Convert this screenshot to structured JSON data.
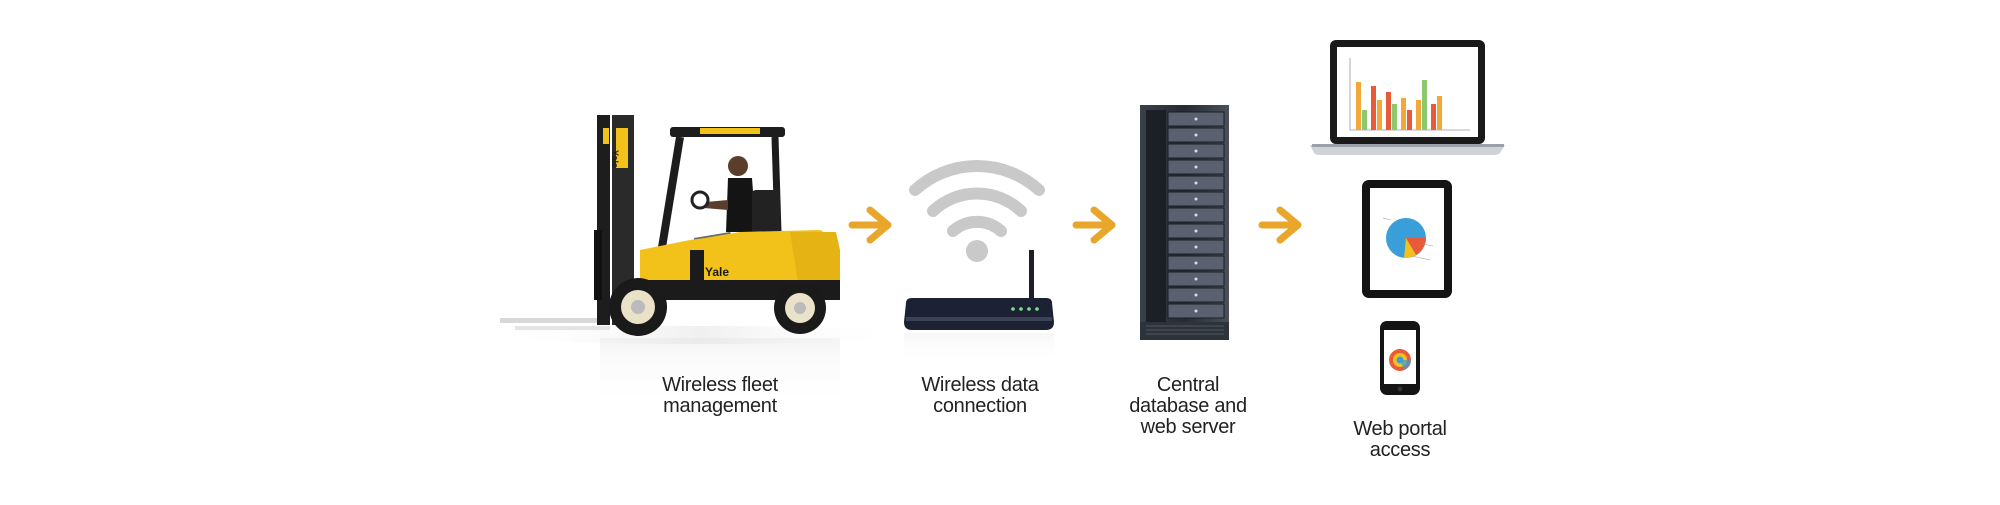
{
  "steps": [
    {
      "line1": "Wireless fleet",
      "line2": "management"
    },
    {
      "line1": "Wireless data",
      "line2": "connection"
    },
    {
      "line1": "Central",
      "line2": "database and",
      "line3": "web server"
    },
    {
      "line1": "Web portal",
      "line2": "access"
    }
  ],
  "forklift": {
    "brand": "Yale"
  },
  "colors": {
    "accent": "#E8A62A",
    "forklift_yellow": "#F2C21B",
    "wifi_gray": "#C7C7C7",
    "server_dark": "#2b3038"
  }
}
